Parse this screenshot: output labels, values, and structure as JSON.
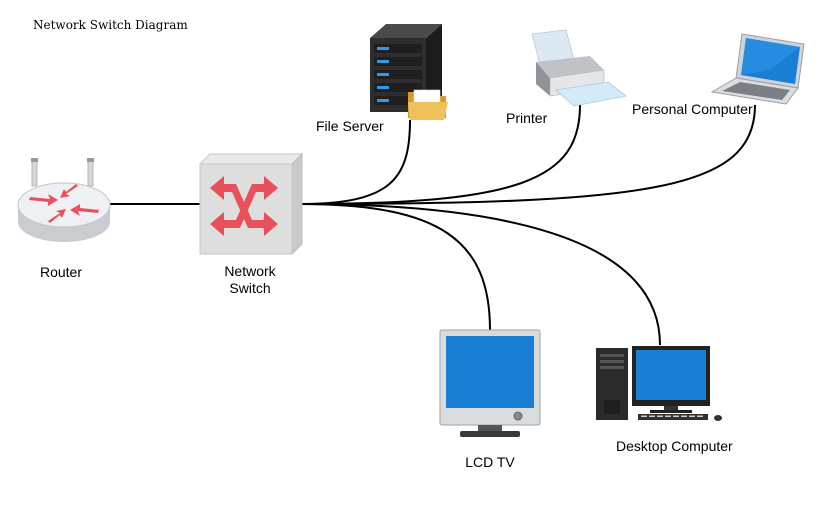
{
  "diagram": {
    "title": "Network Switch Diagram",
    "nodes": {
      "router": {
        "label": "Router",
        "icon": "router-icon"
      },
      "switch": {
        "label_line1": "Network",
        "label_line2": "Switch",
        "icon": "network-switch-icon"
      },
      "file_server": {
        "label": "File Server",
        "icon": "file-server-icon"
      },
      "printer": {
        "label": "Printer",
        "icon": "printer-icon"
      },
      "personal_computer": {
        "label": "Personal Computer",
        "icon": "laptop-icon"
      },
      "lcd_tv": {
        "label": "LCD TV",
        "icon": "lcd-monitor-icon"
      },
      "desktop_computer": {
        "label": "Desktop Computer",
        "icon": "desktop-computer-icon"
      }
    },
    "edges": [
      {
        "from": "router",
        "to": "switch"
      },
      {
        "from": "switch",
        "to": "file_server"
      },
      {
        "from": "switch",
        "to": "printer"
      },
      {
        "from": "switch",
        "to": "personal_computer"
      },
      {
        "from": "switch",
        "to": "lcd_tv"
      },
      {
        "from": "switch",
        "to": "desktop_computer"
      }
    ],
    "colors": {
      "line": "#000000",
      "switch_arrows": "#e8505b",
      "router_arrows": "#e8505b",
      "screen_blue": "#1a7fd4",
      "server_body": "#2b2b2b",
      "server_led": "#2f9be8",
      "folder": "#e9b84a"
    }
  }
}
